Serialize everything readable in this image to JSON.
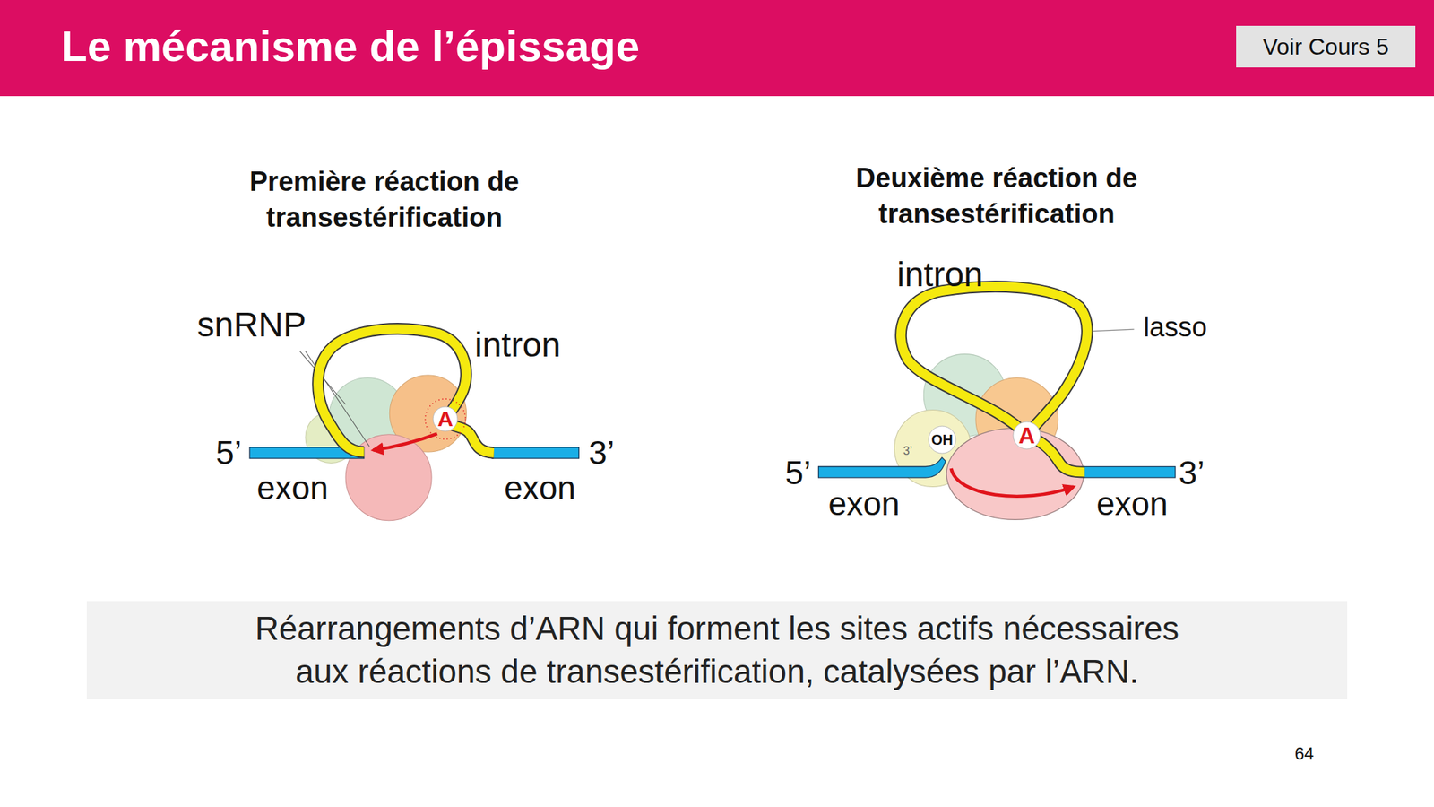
{
  "diagram": {
    "title": "Le mécanisme de l’épissage",
    "nodes": [
      {
        "text": [
          "Voir Cours 5"
        ]
      },
      {
        "text": [
          "A"
        ]
      },
      {
        "text": [
          "A"
        ]
      },
      {
        "text": [
          "OH"
        ]
      },
      {
        "text": [
          "Réarrangements d’ARN qui forment les sites actifs nécessaires aux réactions de transestérification, catalysées par l’ARN."
        ]
      }
    ],
    "labels": [
      "Première réaction de transestérification",
      "Deuxième réaction de transestérification",
      "intron",
      "snRNP",
      "lasso",
      "intron",
      "5’",
      "3’",
      "exon",
      "exon",
      "3’",
      "5’",
      "3’",
      "exon",
      "exon",
      "64"
    ]
  }
}
